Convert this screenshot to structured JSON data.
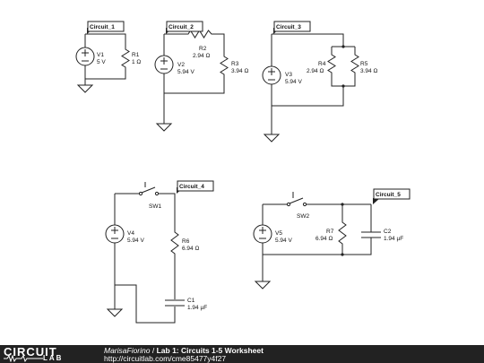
{
  "circuits": [
    {
      "tag": "Circuit_1"
    },
    {
      "tag": "Circuit_2"
    },
    {
      "tag": "Circuit_3"
    },
    {
      "tag": "Circuit_4"
    },
    {
      "tag": "Circuit_5"
    }
  ],
  "components": {
    "V1": {
      "name": "V1",
      "value": "5 V"
    },
    "R1": {
      "name": "R1",
      "value": "1 Ω"
    },
    "V2": {
      "name": "V2",
      "value": "5.94 V"
    },
    "R2": {
      "name": "R2",
      "value": "2.94 Ω"
    },
    "R3": {
      "name": "R3",
      "value": "3.94 Ω"
    },
    "V3": {
      "name": "V3",
      "value": "5.94 V"
    },
    "R4": {
      "name": "R4",
      "value": "2.94 Ω"
    },
    "R5": {
      "name": "R5",
      "value": "3.94 Ω"
    },
    "V4": {
      "name": "V4",
      "value": "5.94 V"
    },
    "SW1": {
      "name": "SW1"
    },
    "R6": {
      "name": "R6",
      "value": "6.94 Ω"
    },
    "C1": {
      "name": "C1",
      "value": "1.94 µF"
    },
    "V5": {
      "name": "V5",
      "value": "5.94 V"
    },
    "SW2": {
      "name": "SW2"
    },
    "R7": {
      "name": "R7",
      "value": "6.94 Ω"
    },
    "C2": {
      "name": "C2",
      "value": "1.94 µF"
    }
  },
  "footer": {
    "logo_line1": "CIRCUIT",
    "logo_line2": "LAB",
    "author": "MarisaFiorino",
    "separator": " / ",
    "title": "Lab 1: Circuits 1-5 Worksheet",
    "url": "http://circuitlab.com/cme85477y4f27"
  }
}
